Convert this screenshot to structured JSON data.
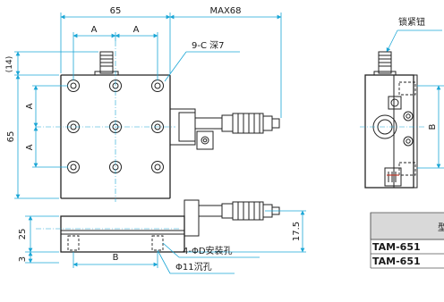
{
  "dims": {
    "width_65": "65",
    "max68": "MAX68",
    "a": "A",
    "height_65": "65",
    "paren14": "(14)",
    "d25": "25",
    "d3": "3",
    "d17_5": "17.5",
    "b": "B"
  },
  "callouts": {
    "lock_knob": "锁紧钮",
    "thread_note": "9-C 深7",
    "mount_holes": "4-ΦD安装孔",
    "counterbore": "Φ11沉孔"
  },
  "table": {
    "header_partial": "型",
    "rows": [
      "TAM-651",
      "TAM-651"
    ]
  },
  "colors": {
    "dimension": "#1aa6d6",
    "outline": "#222222",
    "accent_red": "#c0392b"
  }
}
